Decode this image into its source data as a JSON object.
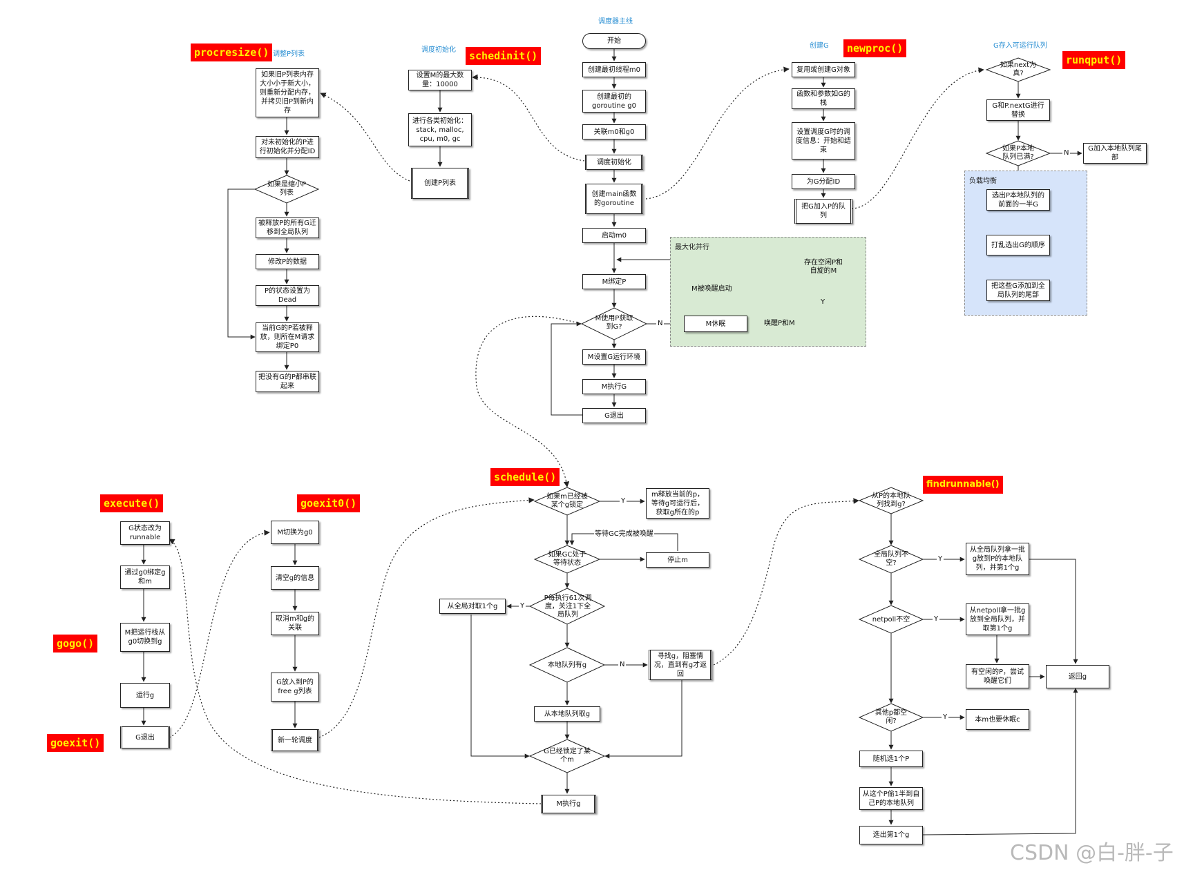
{
  "colors": {
    "label_bg": "#fe0000",
    "label_fg": "#fff200",
    "caption": "#2a8fd3",
    "parallel_bg": "#d8ead3",
    "balance_bg": "#d6e4fa"
  },
  "labels": {
    "procresize": "procresize()",
    "schedinit": "schedinit()",
    "newproc": "newproc()",
    "runqput": "runqput()",
    "schedule": "schedule()",
    "findrunnable": "findrunnable()",
    "execute": "execute()",
    "goexit0": "goexit0()",
    "gogo": "gogo()",
    "goexit": "goexit()"
  },
  "captions": {
    "main": "调度器主线",
    "adjust_p": "调整P列表",
    "init": "调度初始化",
    "create_g": "创建G",
    "store_g": "G存入可运行队列"
  },
  "regions": {
    "parallel": "最大化并行",
    "balance": "负载均衡"
  },
  "nodes": {
    "pr1": "如果旧P列表内存大小小于新大小，则重新分配内存，并拷贝旧P到新内存",
    "pr2": "对未初始化的P进行初始化并分配ID",
    "pr3": "如果是缩小P列表",
    "pr4": "被释放P的所有G迁移到全局队列",
    "pr5": "修改P的数据",
    "pr6": "P的状态设置为Dead",
    "pr7": "当前G的P若被释放，则所在M请求绑定P0",
    "pr8": "把没有G的P都串联起来",
    "si1": "设置M的最大数量：10000",
    "si2": "进行各类初始化：stack, malloc, cpu, m0, gc",
    "si3": "创建P列表",
    "m1": "开始",
    "m2": "创建最初线程m0",
    "m3": "创建最初的goroutine g0",
    "m4": "关联m0和g0",
    "m5": "调度初始化",
    "m6": "创建main函数的goroutine",
    "m7": "启动m0",
    "m8": "M绑定P",
    "m9": "M使用P获取到G?",
    "m10": "M设置G运行环境",
    "m11": "M执行G",
    "m12": "G退出",
    "mp1": "M休眠",
    "mp2": "M被唤醒启动",
    "mp3": "存在空闲P和自旋的M",
    "mp4": "唤醒P和M",
    "np1": "复用或创建G对象",
    "np2": "函数和参数如G的栈",
    "np3": "设置调度G时的调度信息：开始和结束",
    "np4": "为G分配ID",
    "np5": "把G加入P的队列",
    "rq1": "如果next为真?",
    "rq2": "G和P.nextG进行替换",
    "rq3": "如果P本地队列已满?",
    "rq4": "G加入本地队列尾部",
    "rq5": "选出P本地队列的前面的一半G",
    "rq6": "打乱选出G的顺序",
    "rq7": "把这些G添加到全局队列的尾部",
    "s1": "如果m已经被某个g锁定",
    "s2": "m释放当前的p，等待g可运行后，获取g所在的p",
    "s3": "等待GC完成被唤醒",
    "s4": "如果GC处于等待状态",
    "s5": "停止m",
    "s6": "P每执行61次调度，关注1下全局队列",
    "s7": "从全局对取1个g",
    "s8": "本地队列有g",
    "s9": "寻找g，阻塞情况，直到有g才返回",
    "s10": "从本地队列取g",
    "s11": "G已经锁定了某个m",
    "s12": "M执行g",
    "f1": "从P的本地队列找到g?",
    "f2": "全局队列不空?",
    "f3": "从全局队列拿一批g放到P的本地队列，并第1个g",
    "f4": "netpoll不空",
    "f5": "从netpoll拿一批g放到全局队列，并取第1个g",
    "f6": "有空闲的P，尝试唤醒它们",
    "f7": "返回g",
    "f8": "其他p都空闲?",
    "f9": "本m也要休眠c",
    "f10": "随机选1个P",
    "f11": "从这个P偷1半到自己P的本地队列",
    "f12": "选出第1个g",
    "e1": "G状态改为runnable",
    "e2": "通过g0绑定g和m",
    "e3": "M把运行栈从g0切换到g",
    "e4": "运行g",
    "e5": "G退出",
    "x1": "M切换为g0",
    "x2": "清空g的信息",
    "x3": "取消m和g的关联",
    "x4": "G放入到P的free g列表",
    "x5": "新一轮调度"
  },
  "yn": {
    "Y": "Y",
    "N": "N"
  },
  "watermark": "CSDN @白-胖-子"
}
